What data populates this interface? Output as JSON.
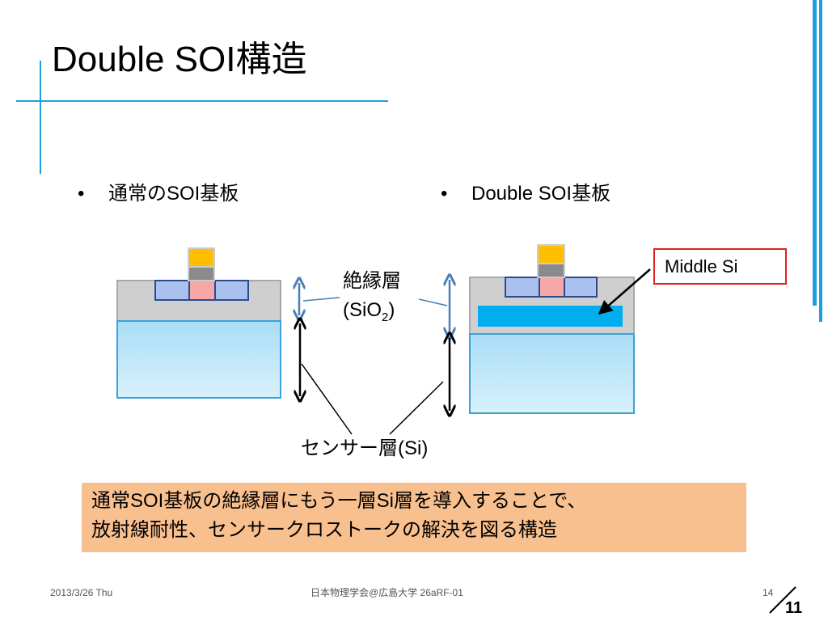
{
  "title": "Double SOI構造",
  "left_panel": {
    "bullet": "•",
    "heading": "通常のSOI基板"
  },
  "right_panel": {
    "bullet": "•",
    "heading": "Double SOI基板"
  },
  "insulator_label": {
    "line1": "絶縁層",
    "line2_prefix": "(SiO",
    "line2_sub": "2",
    "line2_suffix": ")"
  },
  "sensor_label": "センサー層(Si)",
  "middle_si_label": "Middle Si",
  "callout": {
    "line1": "通常SOI基板の絶縁層にもう一層Si層を導入することで、",
    "line2": "放射線耐性、センサークロストークの解決を図る構造"
  },
  "footer": {
    "date": "2013/3/26 Thu",
    "center": "日本物理学会@広島大学   26aRF-01",
    "page": "14",
    "slide_number": "11"
  },
  "colors": {
    "accent_blue": "#1e9fdc",
    "si_top": "#a9ddf6",
    "si_bottom": "#d8f1fc",
    "oxide_gray": "#cfcfcf",
    "middle_si": "#00aeef",
    "gate_orange": "#ffbf00",
    "pixel_blue": "#aac0ee",
    "pixel_pink": "#f7a7a7",
    "callout_bg": "#f9c08f",
    "middle_box_border": "#e02020"
  }
}
